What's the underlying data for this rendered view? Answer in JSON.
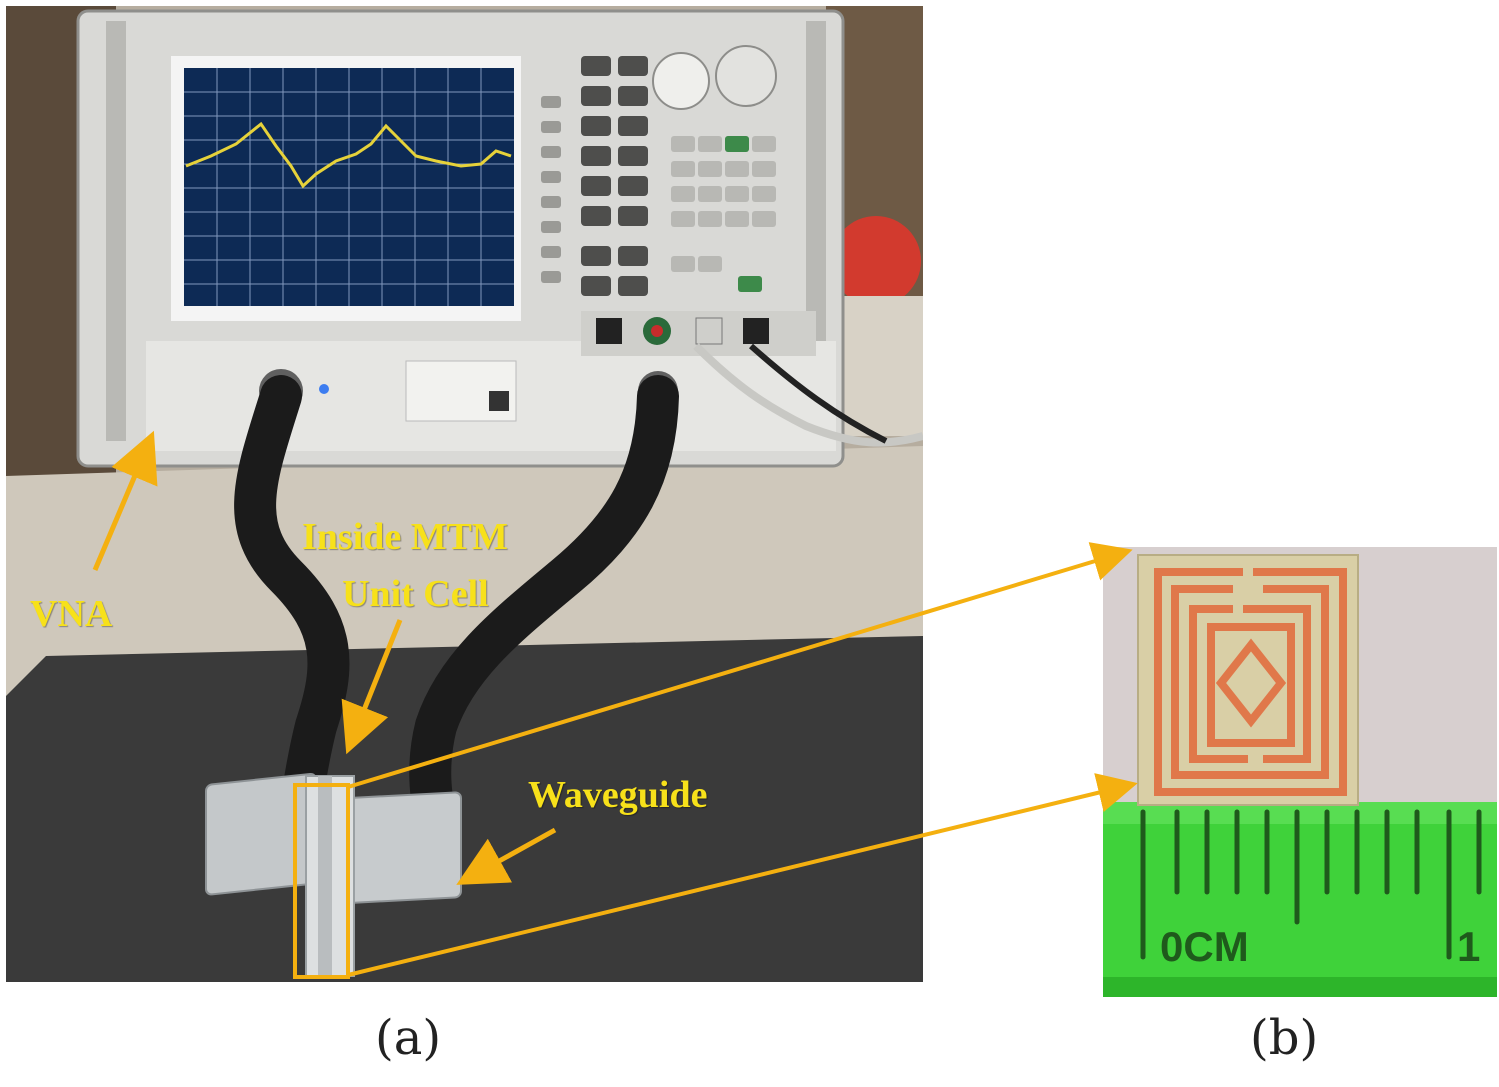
{
  "figure": {
    "panel_a_caption": "(a)",
    "panel_b_caption": "(b)"
  },
  "annotations": {
    "vna": "VNA",
    "inside_mtm_line1": "Inside MTM",
    "inside_mtm_line2": "Unit Cell",
    "waveguide": "Waveguide"
  },
  "ruler": {
    "zero_label": "0CM",
    "one_label": "1"
  },
  "colors": {
    "annotation_text": "#f7e11a",
    "arrow": "#f4b010",
    "copper": "#e0784a",
    "substrate": "#d9cfa6",
    "ruler_green": "#3fd23a",
    "screen_bg": "#0d2a55",
    "trace": "#e6d23a"
  },
  "icons": {
    "arrow": "arrow-icon"
  }
}
